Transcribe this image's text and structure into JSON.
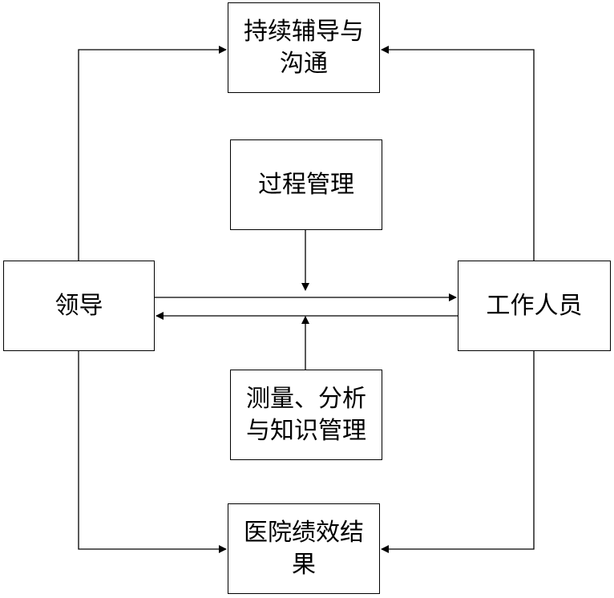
{
  "diagram": {
    "nodes": {
      "coaching": "持续辅导与沟通",
      "process": "过程管理",
      "leader": "领导",
      "staff": "工作人员",
      "measurement": "测量、分析与知识管理",
      "result": "医院绩效结果"
    },
    "edges": [
      {
        "from": "leader",
        "to": "coaching"
      },
      {
        "from": "staff",
        "to": "coaching"
      },
      {
        "from": "leader",
        "to": "staff"
      },
      {
        "from": "staff",
        "to": "leader"
      },
      {
        "from": "process",
        "to": "leader-staff-link"
      },
      {
        "from": "measurement",
        "to": "leader-staff-link"
      },
      {
        "from": "leader",
        "to": "result"
      },
      {
        "from": "staff",
        "to": "result"
      }
    ],
    "colors": {
      "line": "#000000",
      "box_border": "#000000",
      "background": "#ffffff"
    }
  }
}
